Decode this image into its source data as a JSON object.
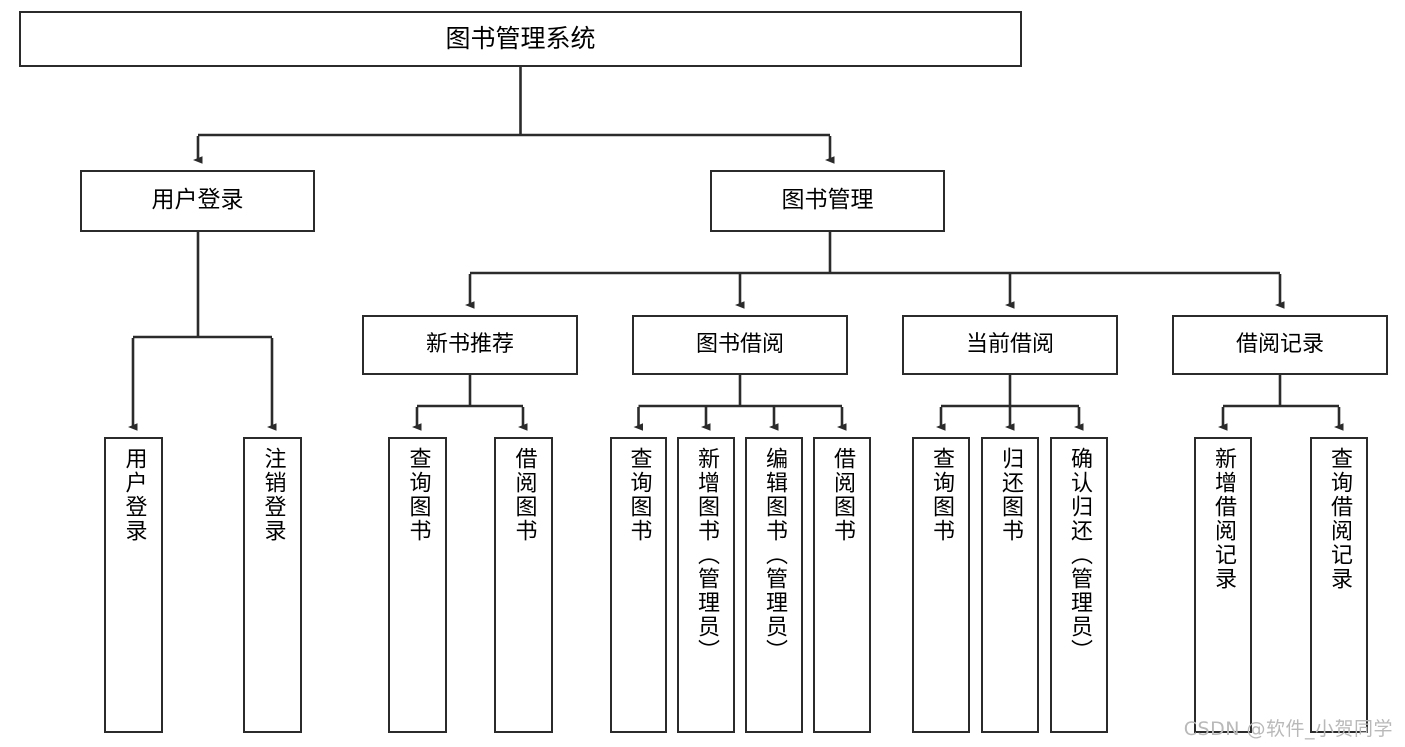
{
  "diagram": {
    "title": "图书管理系统",
    "type": "tree-hierarchy-chart",
    "line_color": "#2b2b2b",
    "box_fill": "#ffffff",
    "watermark": "CSDN @软件_小贺同学"
  },
  "nodes": {
    "root": {
      "label": "图书管理系统"
    },
    "level1": [
      {
        "id": "user-login",
        "label": "用户登录"
      },
      {
        "id": "book-manage",
        "label": "图书管理"
      }
    ],
    "level2": [
      {
        "id": "new-book-recommend",
        "label": "新书推荐"
      },
      {
        "id": "book-borrow",
        "label": "图书借阅"
      },
      {
        "id": "current-borrow",
        "label": "当前借阅"
      },
      {
        "id": "borrow-record",
        "label": "借阅记录"
      }
    ],
    "leaves": {
      "user_login": [
        {
          "id": "leaf-user-login",
          "label": "用户登录"
        },
        {
          "id": "leaf-logout",
          "label": "注销登录"
        }
      ],
      "new_book_recommend": [
        {
          "id": "leaf-query-book-1",
          "label": "查询图书"
        },
        {
          "id": "leaf-borrow-book-1",
          "label": "借阅图书"
        }
      ],
      "book_borrow": [
        {
          "id": "leaf-query-book-2",
          "label": "查询图书"
        },
        {
          "id": "leaf-add-book",
          "label": "新增图书（管理员）"
        },
        {
          "id": "leaf-edit-book",
          "label": "编辑图书（管理员）"
        },
        {
          "id": "leaf-borrow-book-2",
          "label": "借阅图书"
        }
      ],
      "current_borrow": [
        {
          "id": "leaf-query-book-3",
          "label": "查询图书"
        },
        {
          "id": "leaf-return-book",
          "label": "归还图书"
        },
        {
          "id": "leaf-confirm-return",
          "label": "确认归还（管理员）"
        }
      ],
      "borrow_record": [
        {
          "id": "leaf-add-record",
          "label": "新增借阅记录"
        },
        {
          "id": "leaf-query-record",
          "label": "查询借阅记录"
        }
      ]
    }
  }
}
